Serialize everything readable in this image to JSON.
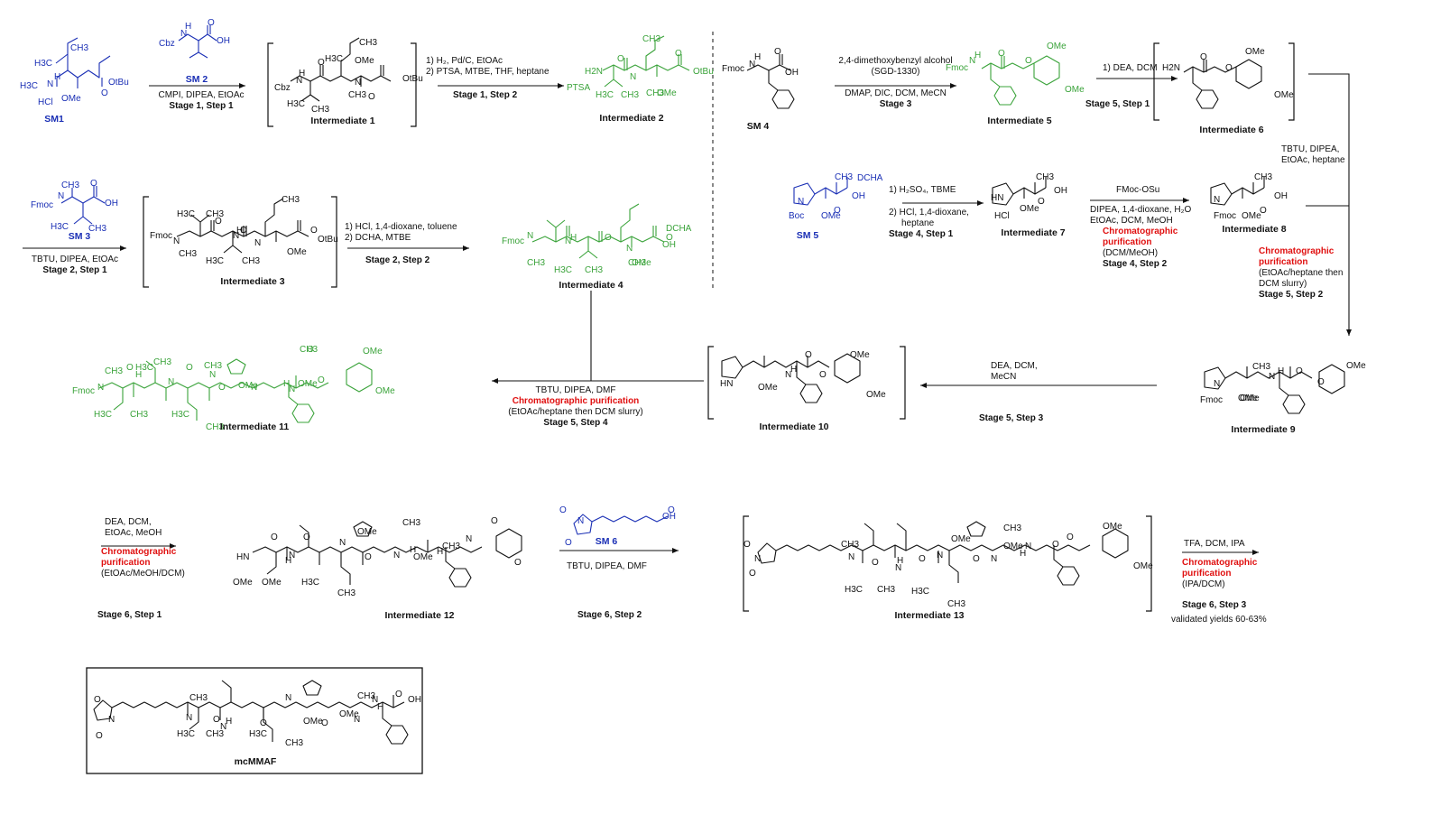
{
  "compounds": {
    "sm1": {
      "label": "SM1",
      "atoms": [
        "CH3",
        "H3C",
        "H3C",
        "N",
        "H",
        "HCl",
        "OMe",
        "O",
        "OtBu"
      ]
    },
    "sm2": {
      "label": "SM 2",
      "atoms": [
        "Cbz",
        "N",
        "H",
        "O",
        "OH"
      ]
    },
    "int1": {
      "label": "Intermediate 1",
      "atoms": [
        "CH3",
        "H3C",
        "Cbz",
        "N",
        "H",
        "O",
        "N",
        "CH3",
        "H3C",
        "CH3",
        "OMe",
        "O",
        "OtBu"
      ]
    },
    "int2": {
      "label": "Intermediate 2",
      "atoms": [
        "CH3",
        "H2N",
        "PTSA",
        "O",
        "N",
        "H3C",
        "CH3",
        "CH3",
        "OMe",
        "O",
        "OtBu"
      ]
    },
    "sm4": {
      "label": "SM 4",
      "atoms": [
        "Fmoc",
        "N",
        "H",
        "O",
        "OH"
      ]
    },
    "int5": {
      "label": "Intermediate 5",
      "atoms": [
        "OMe",
        "Fmoc",
        "N",
        "H",
        "O",
        "O",
        "OMe"
      ]
    },
    "int6": {
      "label": "Intermediate 6",
      "atoms": [
        "H2N",
        "O",
        "O",
        "OMe",
        "OMe"
      ]
    },
    "sm3": {
      "label": "SM 3",
      "atoms": [
        "CH3",
        "Fmoc",
        "N",
        "O",
        "OH",
        "H3C",
        "CH3"
      ]
    },
    "int3": {
      "label": "Intermediate 3",
      "atoms": [
        "H3C",
        "CH3",
        "CH3",
        "Fmoc",
        "N",
        "CH3",
        "O",
        "H",
        "N",
        "O",
        "N",
        "H3C",
        "CH3",
        "OMe",
        "O",
        "OtBu"
      ]
    },
    "int4": {
      "label": "Intermediate 4",
      "atoms": [
        "Fmoc",
        "N",
        "CH3",
        "H",
        "N",
        "O",
        "N",
        "H3C",
        "CH3",
        "CH3",
        "OMe",
        "O",
        "OH",
        "DCHA"
      ]
    },
    "sm5": {
      "label": "SM 5",
      "atoms": [
        "CH3",
        "DCHA",
        "N",
        "Boc",
        "OMe",
        "O",
        "OH"
      ]
    },
    "int7": {
      "label": "Intermediate 7",
      "atoms": [
        "CH3",
        "HN",
        "HCl",
        "OMe",
        "O",
        "OH"
      ]
    },
    "int8": {
      "label": "Intermediate 8",
      "atoms": [
        "CH3",
        "N",
        "Fmoc",
        "OMe",
        "O",
        "OH"
      ]
    },
    "int9": {
      "label": "Intermediate 9",
      "atoms": [
        "CH3",
        "OMe",
        "N",
        "Fmoc",
        "OMe",
        "H",
        "N",
        "O",
        "O",
        "OMe"
      ]
    },
    "int10": {
      "label": "Intermediate 10",
      "atoms": [
        "OMe",
        "HN",
        "OMe",
        "H",
        "N",
        "O",
        "O",
        "OMe"
      ]
    },
    "int11": {
      "label": "Intermediate 11",
      "atoms": [
        "CH3",
        "H3C",
        "CH3",
        "Fmoc",
        "N",
        "CH3",
        "O",
        "H",
        "N",
        "O",
        "N",
        "CH3",
        "OMe",
        "O",
        "N",
        "OMe",
        "H",
        "N",
        "O",
        "O",
        "OMe",
        "OMe",
        "H3C",
        "CH3",
        "H3C",
        "CH3"
      ]
    },
    "int12": {
      "label": "Intermediate 12",
      "atoms": [
        "CH3",
        "HN",
        "O",
        "H",
        "N",
        "O",
        "N",
        "OMe",
        "O",
        "N",
        "OMe",
        "H",
        "CH3",
        "H",
        "N",
        "O",
        "O",
        "OMe",
        "OMe",
        "H3C",
        "CH3",
        "H3C",
        "CH3"
      ]
    },
    "sm6": {
      "label": "SM 6",
      "atoms": [
        "O",
        "N",
        "O",
        "O",
        "OH"
      ]
    },
    "int13": {
      "label": "Intermediate 13",
      "atoms": [
        "O",
        "N",
        "O",
        "CH3",
        "N",
        "O",
        "H",
        "N",
        "O",
        "N",
        "OMe",
        "O",
        "N",
        "OMe",
        "CH3",
        "H",
        "N",
        "O",
        "O",
        "OMe",
        "OMe",
        "H3C",
        "CH3",
        "H3C",
        "CH3"
      ]
    },
    "mcmmaf": {
      "label": "mcMMAF",
      "atoms": [
        "O",
        "N",
        "O",
        "CH3",
        "N",
        "O",
        "H",
        "N",
        "O",
        "N",
        "OMe",
        "O",
        "N",
        "OMe",
        "CH3",
        "H",
        "N",
        "O",
        "OH",
        "H3C",
        "CH3",
        "H3C",
        "CH3"
      ]
    }
  },
  "steps": {
    "s11": {
      "reagents": [
        "CMPI, DIPEA, EtOAc"
      ],
      "stage": "Stage 1, Step 1"
    },
    "s12": {
      "reagents": [
        "1) H₂, Pd/C, EtOAc",
        "2) PTSA, MTBE, THF, heptane"
      ],
      "stage": "Stage 1, Step 2"
    },
    "s3": {
      "reagents": [
        "2,4-dimethoxybenzyl alcohol",
        "(SGD-1330)",
        "DMAP, DIC, DCM, MeCN"
      ],
      "stage": "Stage 3"
    },
    "s51": {
      "reagents": [
        "1) DEA, DCM"
      ],
      "stage": "Stage 5, Step 1"
    },
    "s21": {
      "reagents": [
        "TBTU, DIPEA, EtOAc"
      ],
      "stage": "Stage 2, Step 1"
    },
    "s22": {
      "reagents": [
        "1) HCl, 1,4-dioxane, toluene",
        "2) DCHA, MTBE"
      ],
      "stage": "Stage 2, Step 2"
    },
    "s41": {
      "reagents": [
        "1) H₂SO₄, TBME",
        "2) HCl, 1,4-dioxane,",
        "heptane"
      ],
      "stage": "Stage 4, Step 1"
    },
    "s42": {
      "reagents": [
        "FMoc-OSu",
        "DIPEA, 1,4-dioxane, H₂O",
        "EtOAc, DCM, MeOH"
      ],
      "chrom": "Chromatographic purification",
      "solvent": "(DCM/MeOH)",
      "stage": "Stage 4, Step 2"
    },
    "s52": {
      "reagents": [
        "TBTU, DIPEA,",
        "EtOAc, heptane"
      ],
      "chrom": "Chromatographic purification",
      "solvent": "(EtOAc/heptane then DCM slurry)",
      "stage": "Stage 5, Step 2"
    },
    "s53": {
      "reagents": [
        "DEA, DCM,",
        "MeCN"
      ],
      "stage": "Stage 5, Step 3"
    },
    "s54": {
      "reagents": [
        "TBTU, DIPEA, DMF"
      ],
      "chrom": "Chromatographic purification",
      "solvent": "(EtOAc/heptane then DCM slurry)",
      "stage": "Stage 5, Step 4"
    },
    "s61": {
      "reagents": [
        "DEA, DCM,",
        "EtOAc, MeOH"
      ],
      "chrom": "Chromatographic purification",
      "solvent": "(EtOAc/MeOH/DCM)",
      "stage": "Stage 6, Step 1"
    },
    "s62": {
      "reagents": [
        "TBTU, DIPEA, DMF"
      ],
      "stage": "Stage 6, Step 2"
    },
    "s63": {
      "reagents": [
        "TFA, DCM, IPA"
      ],
      "chrom": "Chromatographic purification",
      "solvent": "(IPA/DCM)",
      "stage": "Stage 6, Step 3",
      "note": "validated yields 60-63%"
    }
  },
  "colors": {
    "starting_material": "#1a2fb5",
    "isolated": "#3aa33a",
    "chromatography": "#e01010",
    "default": "#111111"
  }
}
